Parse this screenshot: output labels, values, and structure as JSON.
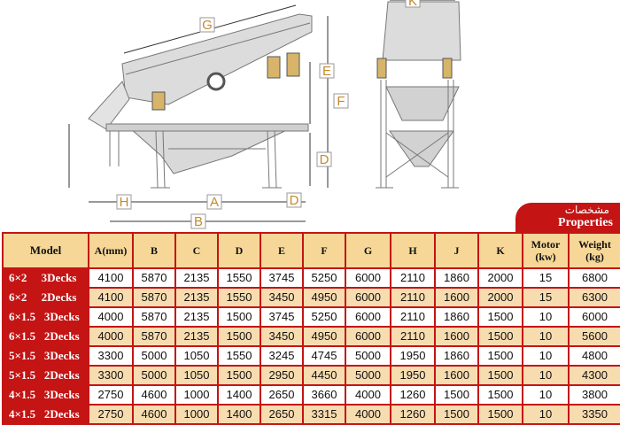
{
  "drawing_labels": {
    "G": "G",
    "E": "E",
    "F": "F",
    "D": "D",
    "H": "H",
    "A": "A",
    "B": "B",
    "K": "K"
  },
  "properties": {
    "title_fa": "مشخصات",
    "title_en": "Properties"
  },
  "table": {
    "headers": [
      "Model",
      "A(mm)",
      "B",
      "C",
      "D",
      "E",
      "F",
      "G",
      "H",
      "J",
      "K",
      "Motor\n(kw)",
      "Weight\n(kg)"
    ],
    "rows": [
      [
        "6×2     3Decks",
        "4100",
        "5870",
        "2135",
        "1550",
        "3745",
        "5250",
        "6000",
        "2110",
        "1860",
        "2000",
        "15",
        "6800"
      ],
      [
        "6×2     2Decks",
        "4100",
        "5870",
        "2135",
        "1550",
        "3450",
        "4950",
        "6000",
        "2110",
        "1600",
        "2000",
        "15",
        "6300"
      ],
      [
        "6×1.5   3Decks",
        "4000",
        "5870",
        "2135",
        "1500",
        "3745",
        "5250",
        "6000",
        "2110",
        "1860",
        "1500",
        "10",
        "6000"
      ],
      [
        "6×1.5   2Decks",
        "4000",
        "5870",
        "2135",
        "1500",
        "3450",
        "4950",
        "6000",
        "2110",
        "1600",
        "1500",
        "10",
        "5600"
      ],
      [
        "5×1.5   3Decks",
        "3300",
        "5000",
        "1050",
        "1550",
        "3245",
        "4745",
        "5000",
        "1950",
        "1860",
        "1500",
        "10",
        "4800"
      ],
      [
        "5×1.5   2Decks",
        "3300",
        "5000",
        "1050",
        "1500",
        "2950",
        "4450",
        "5000",
        "1950",
        "1600",
        "1500",
        "10",
        "4300"
      ],
      [
        "4×1.5   3Decks",
        "2750",
        "4600",
        "1000",
        "1400",
        "2650",
        "3660",
        "4000",
        "1260",
        "1500",
        "1500",
        "10",
        "3800"
      ],
      [
        "4×1.5   2Decks",
        "2750",
        "4600",
        "1000",
        "1400",
        "2650",
        "3315",
        "4000",
        "1260",
        "1500",
        "1500",
        "10",
        "3350"
      ]
    ]
  },
  "colors": {
    "accent": "#c41414",
    "header_bg": "#f6d798",
    "alt_row": "#f7dcb0",
    "dimension": "#c58a2a"
  }
}
